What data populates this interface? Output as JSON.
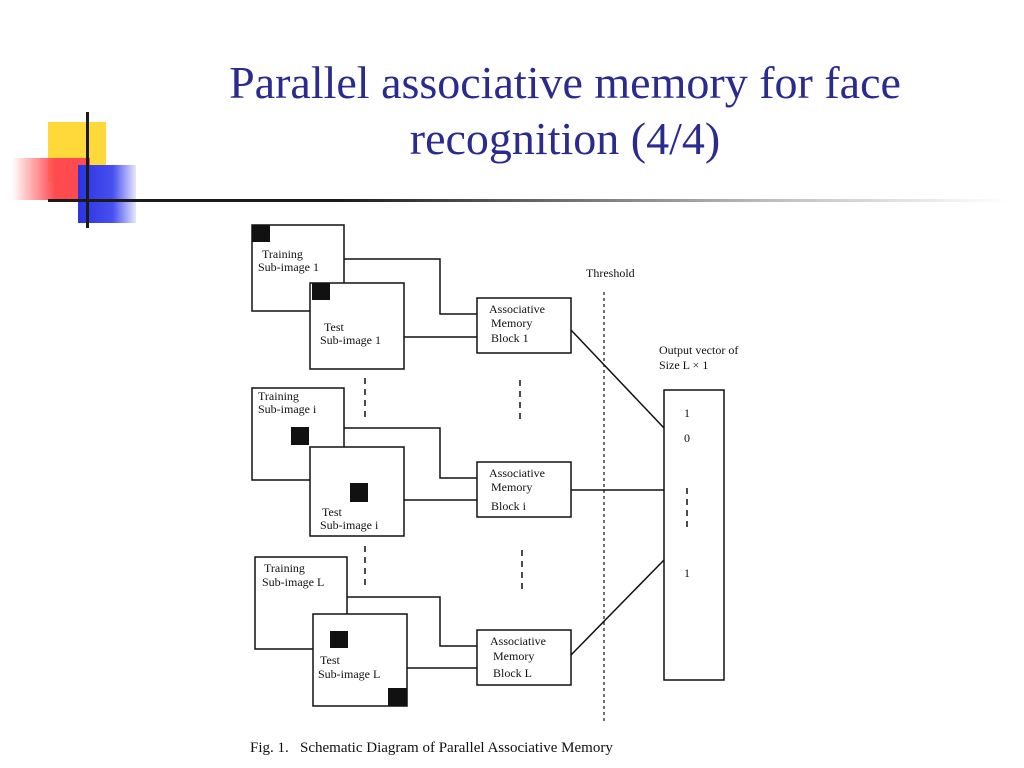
{
  "slide": {
    "title_line1": "Parallel associative memory for face",
    "title_line2": "recognition (4/4)"
  },
  "diagram": {
    "threshold_label": "Threshold",
    "output_label_line1": "Output vector of",
    "output_label_line2": "Size L × 1",
    "output_values": [
      "1",
      "0",
      "1"
    ],
    "rows": [
      {
        "training_line1": "Training",
        "training_line2": "Sub-image 1",
        "test_line1": "Test",
        "test_line2": "Sub-image 1",
        "block_line1": "Associative",
        "block_line2": "Memory",
        "block_line3": "Block 1"
      },
      {
        "training_line1": "Training",
        "training_line2": "Sub-image i",
        "test_line1": "Test",
        "test_line2": "Sub-image i",
        "block_line1": "Associative",
        "block_line2": "Memory",
        "block_line3": "Block i"
      },
      {
        "training_line1": "Training",
        "training_line2": "Sub-image L",
        "test_line1": "Test",
        "test_line2": "Sub-image L",
        "block_line1": "Associative",
        "block_line2": "Memory",
        "block_line3": "Block L"
      }
    ],
    "caption": "Fig. 1.   Schematic Diagram of Parallel Associative Memory"
  }
}
